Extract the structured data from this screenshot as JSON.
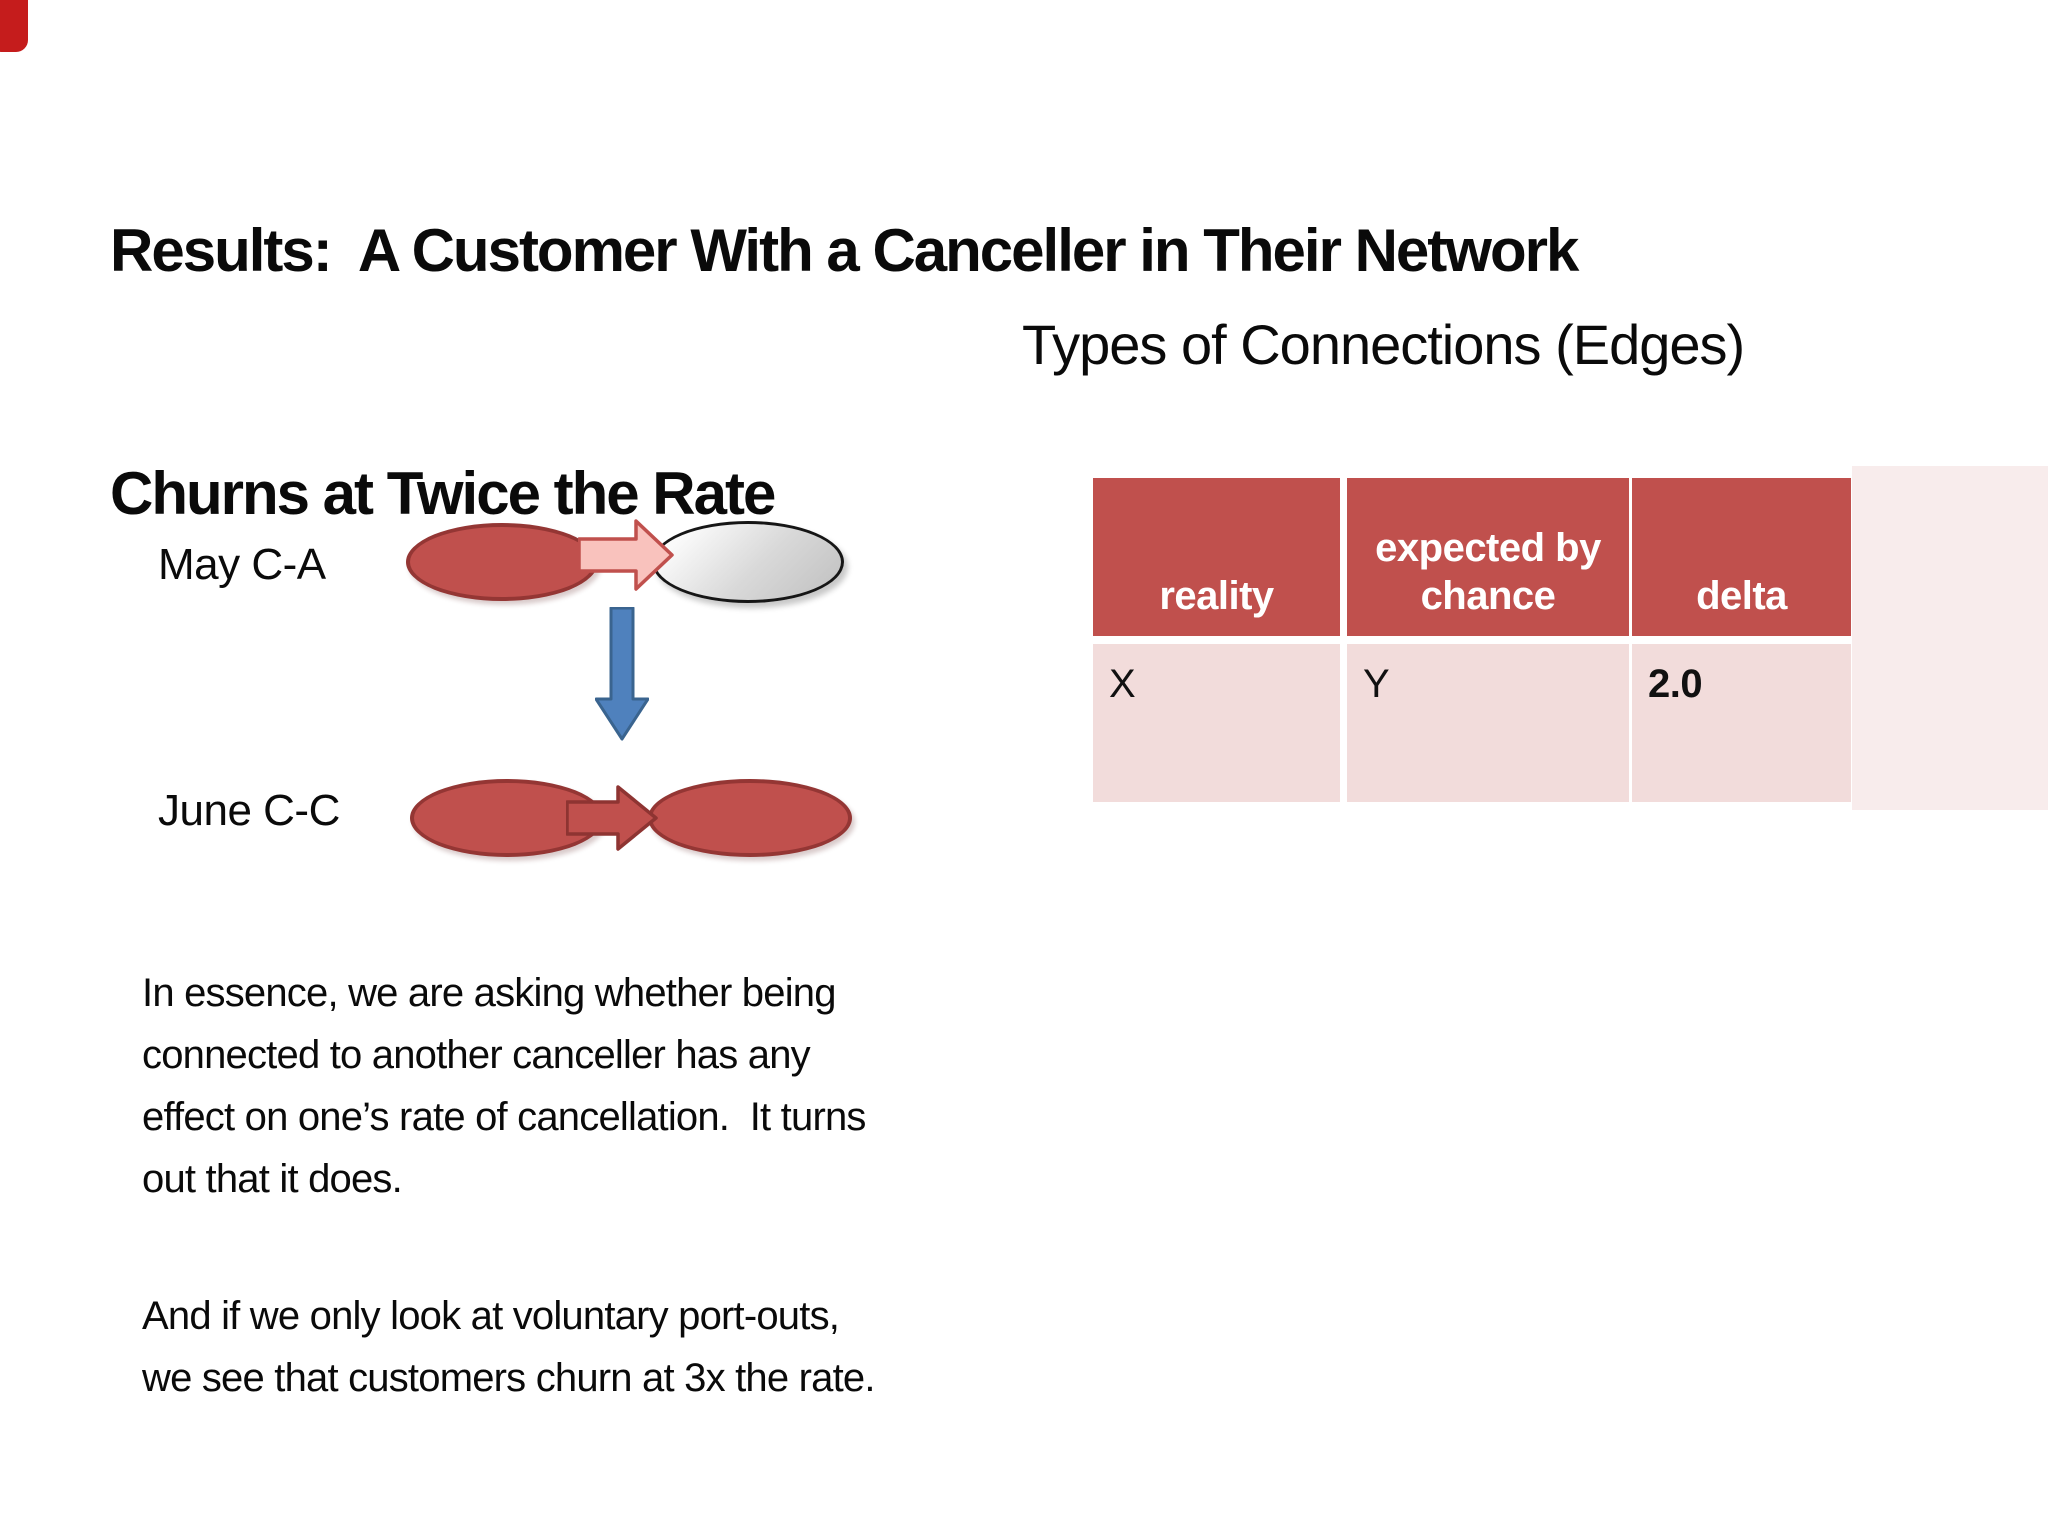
{
  "slide": {
    "title_line1": "Results:  A Customer With a Canceller in Their Network",
    "title_line2": "Churns at Twice the Rate",
    "section_heading": "Types of Connections (Edges)",
    "corner_mark_color": "#c51c1c",
    "background_color": "#ffffff"
  },
  "diagram": {
    "row1_label": "May C-A",
    "row2_label": "June C-C",
    "colors": {
      "node_red_fill": "#c0504d",
      "node_red_border": "#943634",
      "node_gray_fill": "#d9d9d9",
      "node_gray_border": "#161616",
      "arrow_pink_fill": "#f9c2bd",
      "arrow_pink_border": "#c0504d",
      "arrow_red_fill": "#c0504d",
      "arrow_red_border": "#8e3432",
      "arrow_blue_fill": "#4f81bd",
      "arrow_blue_border": "#3a648f"
    }
  },
  "table": {
    "headers": [
      "reality",
      "expected by chance",
      "delta"
    ],
    "row": [
      "X",
      "Y",
      "2.0"
    ],
    "header_bg": "#c0504d",
    "header_text_color": "#ffffff",
    "row_bg": "#f2dcdb",
    "right_tint": "#f8ecec"
  },
  "paragraphs": {
    "p1": "In essence, we are asking whether being\nconnected to another canceller has any\neffect on one’s rate of cancellation.  It turns\nout that it does.",
    "p2": "And if we only look at voluntary port-outs,\nwe see that customers churn at 3x the rate."
  }
}
